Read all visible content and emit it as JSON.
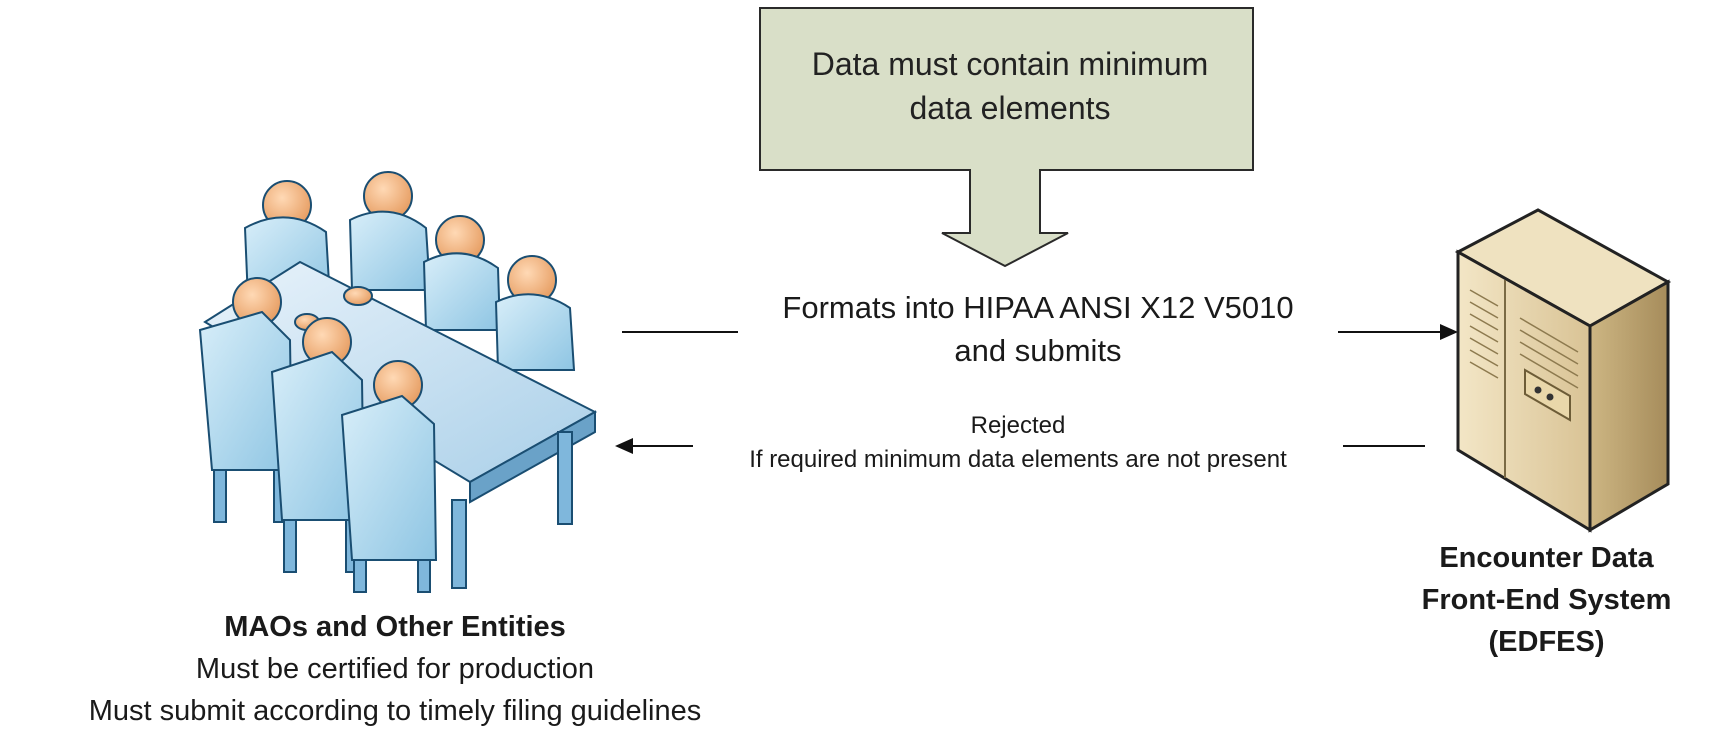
{
  "callout": {
    "text_line1": "Data must contain minimum",
    "text_line2": "data elements",
    "fill": "#d9dfc8"
  },
  "submit_arrow": {
    "line1": "Formats into HIPAA ANSI X12 V5010",
    "line2": "and submits"
  },
  "reject_arrow": {
    "line1": "Rejected",
    "line2": "If required minimum data elements are not present"
  },
  "maos": {
    "title": "MAOs and Other Entities",
    "line1": "Must be certified for production",
    "line2": "Must submit according to timely filing guidelines",
    "icon": "meeting-table-icon"
  },
  "edfes": {
    "line1": "Encounter Data",
    "line2": "Front-End System",
    "line3": "(EDFES)",
    "icon": "server-tower-icon"
  },
  "colors": {
    "people_blue": "#9fd0ea",
    "head_orange": "#f0b07a",
    "server_tan": "#e6d3a8"
  }
}
